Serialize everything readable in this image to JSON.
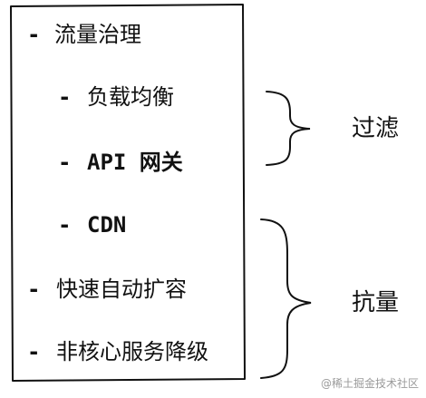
{
  "items": [
    {
      "bullet": "-",
      "label": "流量治理"
    },
    {
      "bullet": "-",
      "label": "负载均衡"
    },
    {
      "bullet": "-",
      "label": "API 网关"
    },
    {
      "bullet": "-",
      "label": "CDN"
    },
    {
      "bullet": "-",
      "label": "快速自动扩容"
    },
    {
      "bullet": "-",
      "label": "非核心服务降级"
    }
  ],
  "groups": {
    "filter": {
      "label": "过滤",
      "icon": "curly-brace-icon"
    },
    "resist": {
      "label": "抗量",
      "icon": "curly-brace-icon"
    }
  },
  "watermark": "@稀土掘金技术社区",
  "colors": {
    "ink": "#111111",
    "watermark": "#9a9a9a",
    "background": "#ffffff"
  }
}
